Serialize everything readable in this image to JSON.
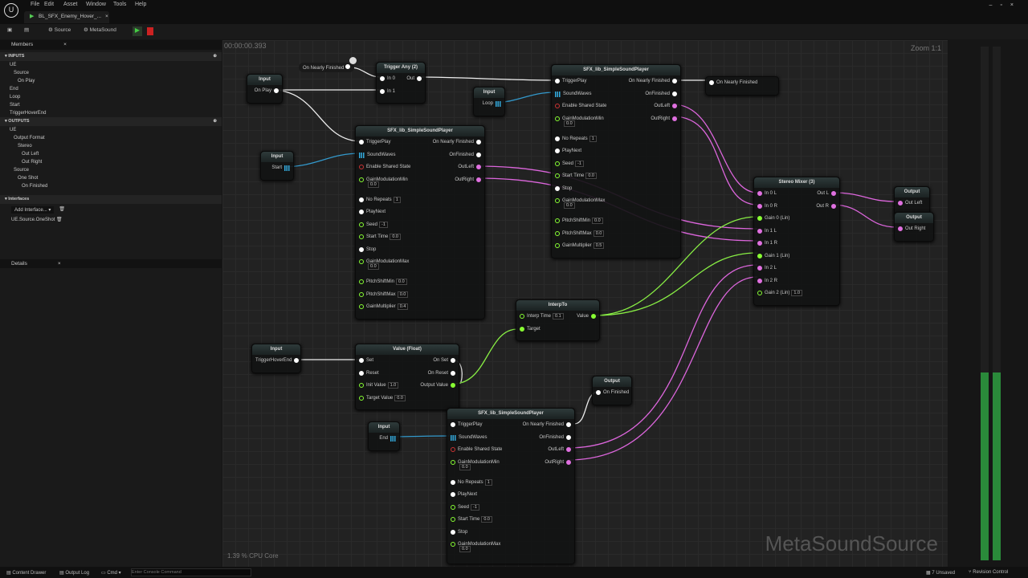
{
  "menu": [
    "File",
    "Edit",
    "Asset",
    "Window",
    "Tools",
    "Help"
  ],
  "tab_title": "BL_SFX_Enemy_Hover_...",
  "toolbar": {
    "source": "Source",
    "metasound": "MetaSound"
  },
  "members": {
    "title": "Members",
    "inputs_header": "INPUTS",
    "outputs_header": "OUTPUTS",
    "inputs": [
      {
        "t": "UE",
        "d": 0
      },
      {
        "t": "Source",
        "d": 1
      },
      {
        "t": "On Play",
        "d": 2
      },
      {
        "t": "End",
        "d": 0
      },
      {
        "t": "Loop",
        "d": 0
      },
      {
        "t": "Start",
        "d": 0
      },
      {
        "t": "TriggerHoverEnd",
        "d": 0
      }
    ],
    "outputs": [
      {
        "t": "UE",
        "d": 0
      },
      {
        "t": "Output Format",
        "d": 1
      },
      {
        "t": "Stereo",
        "d": 2
      },
      {
        "t": "Out Left",
        "d": 3
      },
      {
        "t": "Out Right",
        "d": 3
      },
      {
        "t": "Source",
        "d": 1
      },
      {
        "t": "One Shot",
        "d": 2
      },
      {
        "t": "On Finished",
        "d": 3
      }
    ],
    "interfaces_header": "Interfaces",
    "add_interface": "Add Interface...",
    "interface": "UE.Source.OneShot"
  },
  "details_title": "Details",
  "graph": {
    "time": "00:00:00.393",
    "zoom": "Zoom 1:1",
    "cpu": "1.39 % CPU Core",
    "watermark": "MetaSoundSource"
  },
  "nodes": [
    {
      "title": "Input",
      "l": [],
      "r": [
        [
          "On Play",
          "f"
        ]
      ]
    },
    {
      "title": "Trigger Any (2)",
      "l": [
        [
          "In 0",
          "f"
        ],
        [
          "In 1",
          "f"
        ]
      ],
      "r": [
        [
          "Out",
          "f"
        ]
      ]
    },
    {
      "title": "SFX_lib_SimpleSoundPlayer",
      "l": [
        [
          "TriggerPlay",
          "f"
        ],
        [
          "SoundWaves",
          "arr"
        ],
        [
          "Enable Shared State",
          "red"
        ],
        [
          "GainModulationMin",
          "go",
          "0.0",
          1
        ],
        [
          "No Repeats",
          "f",
          "1"
        ],
        [
          "PlayNext",
          "f"
        ],
        [
          "Seed",
          "go",
          "-1"
        ],
        [
          "Start Time",
          "go",
          "0.0"
        ],
        [
          "Stop",
          "f"
        ],
        [
          "GainModulationMax",
          "go",
          "0.0",
          1
        ],
        [
          "PitchShiftMin",
          "go",
          "0.0"
        ],
        [
          "PitchShiftMax",
          "go",
          "0.0"
        ],
        [
          "GainMultiplier",
          "go",
          "0.5"
        ]
      ],
      "r": [
        [
          "On Nearly Finished",
          "f"
        ],
        [
          "OnFinished",
          "f"
        ],
        [
          "OutLeft",
          "a"
        ],
        [
          "OutRight",
          "a"
        ]
      ]
    },
    {
      "title": "Input",
      "l": [],
      "r": [
        [
          "Loop",
          "arr"
        ]
      ]
    },
    {
      "title": "",
      "l": [
        [
          "On Nearly Finished",
          "f"
        ]
      ],
      "r": []
    },
    {
      "title": "Input",
      "l": [],
      "r": [
        [
          "Start",
          "arr"
        ]
      ]
    },
    {
      "title": "SFX_lib_SimpleSoundPlayer",
      "l": [
        [
          "TriggerPlay",
          "f"
        ],
        [
          "SoundWaves",
          "arr"
        ],
        [
          "Enable Shared State",
          "red"
        ],
        [
          "GainModulationMin",
          "go",
          "0.0",
          1
        ],
        [
          "No Repeats",
          "f",
          "1"
        ],
        [
          "PlayNext",
          "f"
        ],
        [
          "Seed",
          "go",
          "-1"
        ],
        [
          "Start Time",
          "go",
          "0.0"
        ],
        [
          "Stop",
          "f"
        ],
        [
          "GainModulationMax",
          "go",
          "0.0",
          1
        ],
        [
          "PitchShiftMin",
          "go",
          "0.0"
        ],
        [
          "PitchShiftMax",
          "go",
          "0.0"
        ],
        [
          "GainMultiplier",
          "go",
          "0.4"
        ]
      ],
      "r": [
        [
          "On Nearly Finished",
          "f"
        ],
        [
          "OnFinished",
          "f"
        ],
        [
          "OutLeft",
          "a"
        ],
        [
          "OutRight",
          "a"
        ]
      ]
    },
    {
      "title": "Stereo Mixer (3)",
      "l": [
        [
          "In 0 L",
          "a"
        ],
        [
          "In 0 R",
          "a"
        ],
        [
          "Gain 0 (Lin)",
          "g"
        ],
        [
          "In 1 L",
          "a"
        ],
        [
          "In 1 R",
          "a"
        ],
        [
          "Gain 1 (Lin)",
          "g"
        ],
        [
          "In 2 L",
          "a"
        ],
        [
          "In 2 R",
          "a"
        ],
        [
          "Gain 2 (Lin)",
          "go",
          "1.0"
        ]
      ],
      "r": [
        [
          "Out L",
          "a"
        ],
        [
          "Out R",
          "a"
        ]
      ]
    },
    {
      "title": "Output",
      "l": [
        [
          "Out Left",
          "a"
        ]
      ],
      "r": []
    },
    {
      "title": "Output",
      "l": [
        [
          "Out Right",
          "a"
        ]
      ],
      "r": []
    },
    {
      "title": "InterpTo",
      "l": [
        [
          "Interp Time",
          "go",
          "0.1"
        ],
        [
          "Target",
          "g"
        ]
      ],
      "r": [
        [
          "Value",
          "g"
        ]
      ]
    },
    {
      "title": "Input",
      "l": [],
      "r": [
        [
          "TriggerHoverEnd",
          "f"
        ]
      ]
    },
    {
      "title": "Value (Float)",
      "l": [
        [
          "Set",
          "f"
        ],
        [
          "Reset",
          "f"
        ],
        [
          "Init Value",
          "go",
          "1.0"
        ],
        [
          "Target Value",
          "go",
          "0.0"
        ]
      ],
      "r": [
        [
          "On Set",
          "f"
        ],
        [
          "On Reset",
          "f"
        ],
        [
          "Output Value",
          "g"
        ]
      ]
    },
    {
      "title": "Output",
      "l": [
        [
          "On Finished",
          "f"
        ]
      ],
      "r": []
    },
    {
      "title": "Input",
      "l": [],
      "r": [
        [
          "End",
          "arr"
        ]
      ]
    },
    {
      "title": "SFX_lib_SimpleSoundPlayer",
      "l": [
        [
          "TriggerPlay",
          "f"
        ],
        [
          "SoundWaves",
          "arr"
        ],
        [
          "Enable Shared State",
          "red"
        ],
        [
          "GainModulationMin",
          "go",
          "0.0",
          1
        ],
        [
          "No Repeats",
          "f",
          "1"
        ],
        [
          "PlayNext",
          "f"
        ],
        [
          "Seed",
          "go",
          "-1"
        ],
        [
          "Start Time",
          "go",
          "0.0"
        ],
        [
          "Stop",
          "f"
        ],
        [
          "GainModulationMax",
          "go",
          "0.0",
          1
        ]
      ],
      "r": [
        [
          "On Nearly Finished",
          "f"
        ],
        [
          "OnFinished",
          "f"
        ],
        [
          "OutLeft",
          "a"
        ],
        [
          "OutRight",
          "a"
        ]
      ]
    }
  ],
  "reroute": "On Nearly Finished",
  "status": {
    "content_drawer": "Content Drawer",
    "output_log": "Output Log",
    "cmd": "Cmd",
    "console_placeholder": "Enter Console Command",
    "unsaved": "7 Unsaved",
    "revision": "Revision Control"
  }
}
